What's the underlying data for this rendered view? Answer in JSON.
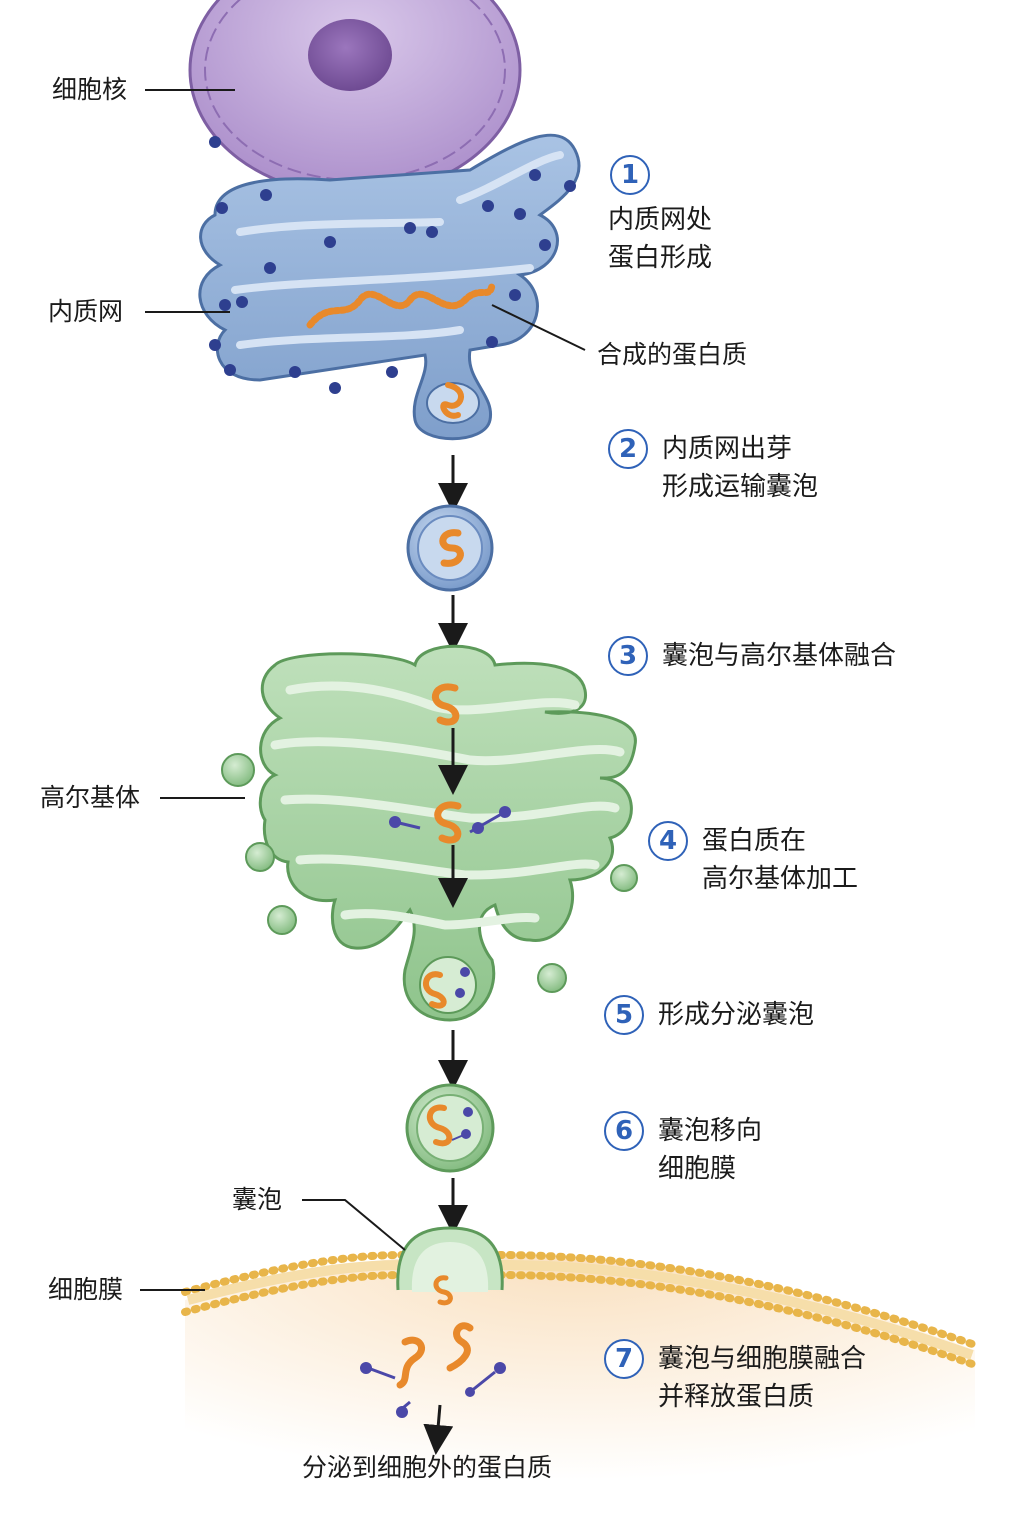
{
  "labels": {
    "nucleus": "细胞核",
    "er": "内质网",
    "synthesized_protein": "合成的蛋白质",
    "golgi": "高尔基体",
    "vesicle": "囊泡",
    "membrane": "细胞膜",
    "secreted_protein": "分泌到细胞外的蛋白质"
  },
  "steps": [
    {
      "num": "1",
      "line1": "内质网处",
      "line2": "蛋白形成"
    },
    {
      "num": "2",
      "line1": "内质网出芽",
      "line2": "形成运输囊泡"
    },
    {
      "num": "3",
      "line1": "囊泡与高尔基体融合",
      "line2": ""
    },
    {
      "num": "4",
      "line1": "蛋白质在",
      "line2": "高尔基体加工"
    },
    {
      "num": "5",
      "line1": "形成分泌囊泡",
      "line2": ""
    },
    {
      "num": "6",
      "line1": "囊泡移向",
      "line2": "细胞膜"
    },
    {
      "num": "7",
      "line1": "囊泡与细胞膜融合",
      "line2": "并释放蛋白质"
    }
  ],
  "colors": {
    "nucleus": "#a98bc9",
    "er": "#8fb0d8",
    "ribosome": "#2e3f8f",
    "protein": "#e8892b",
    "golgi": "#9fcf9c",
    "membrane": "#e8b54a",
    "step_accent": "#2f62b8"
  }
}
